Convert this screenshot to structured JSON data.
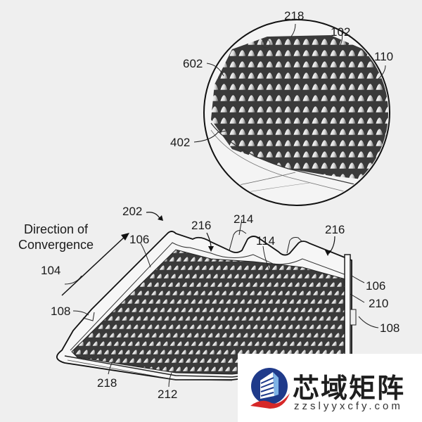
{
  "diagram": {
    "type": "patent-figure",
    "subject": "Filter panel with array of conical projections, perspective view with circular magnified detail",
    "background_color": "#efefef",
    "line_color": "#1a1a1a",
    "caption": {
      "line1": "Direction of",
      "line2": "Convergence"
    },
    "labels": {
      "detail_218": "218",
      "detail_102": "102",
      "detail_110": "110",
      "detail_602": "602",
      "detail_402": "402",
      "ref_202": "202",
      "ref_216_left": "216",
      "ref_214": "214",
      "ref_216_right": "216",
      "ref_106_left": "106",
      "ref_114": "114",
      "ref_104": "104",
      "ref_108_left": "108",
      "ref_106_right": "106",
      "ref_210": "210",
      "ref_108_right": "108",
      "ref_218_bottom": "218",
      "ref_212": "212"
    }
  },
  "watermark": {
    "brand_cn": "芯域矩阵",
    "url": "zzslyyxcfy.com",
    "logo_colors": {
      "circle": "#1f3a8a",
      "swoosh": "#d62828",
      "building": "#7fb3e6"
    }
  }
}
